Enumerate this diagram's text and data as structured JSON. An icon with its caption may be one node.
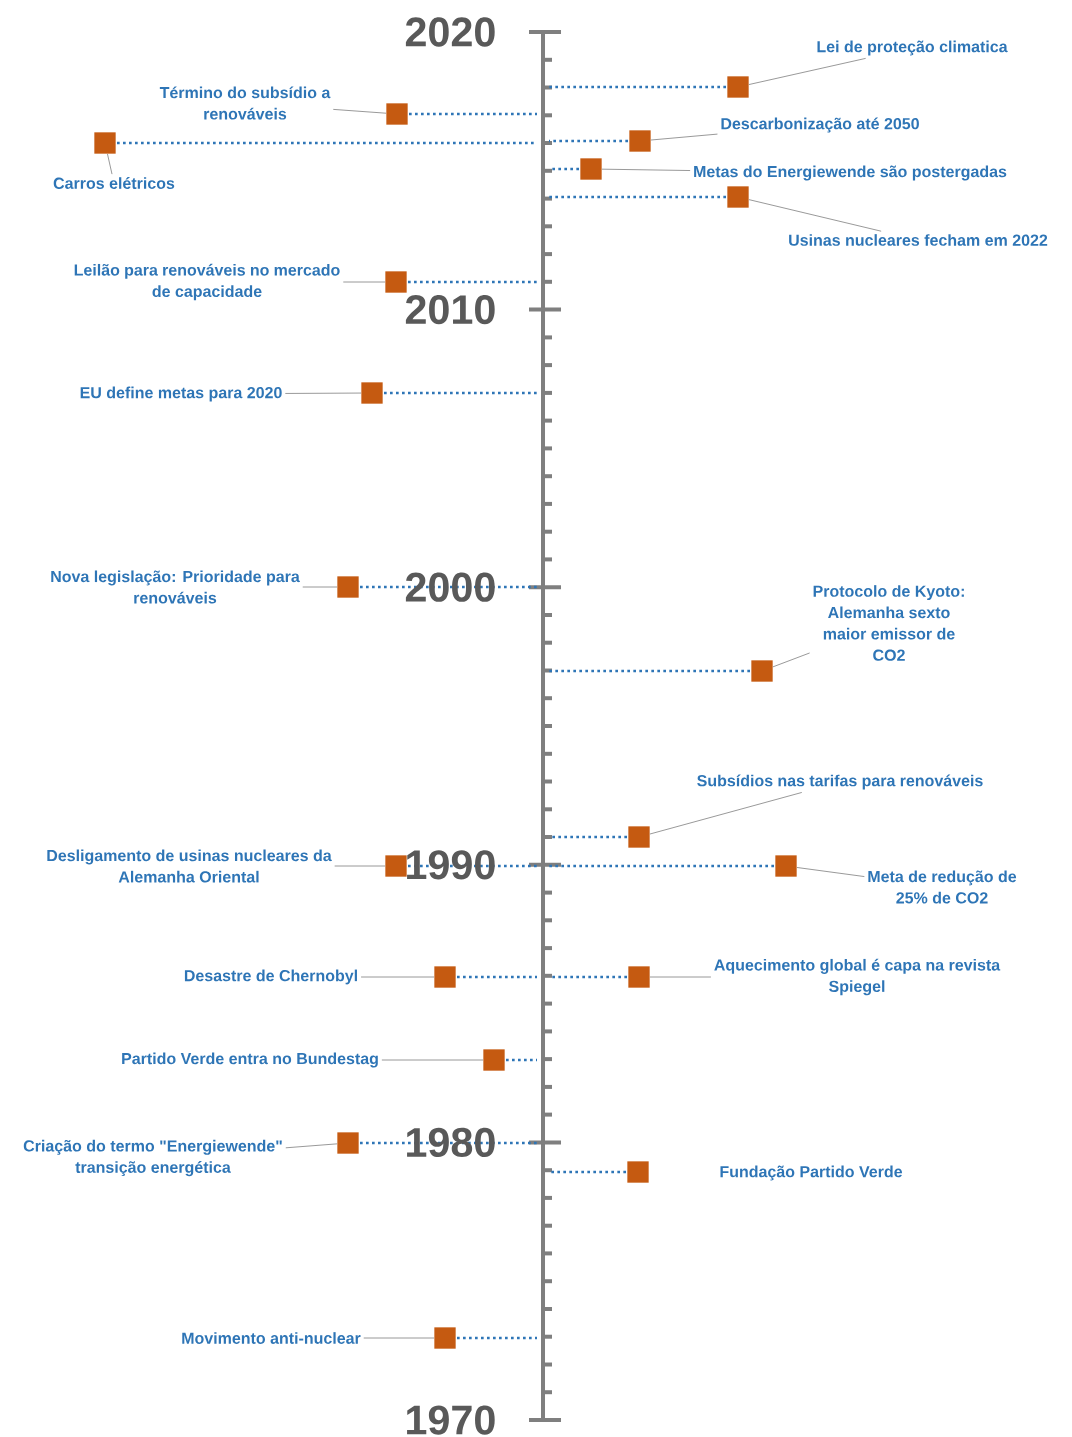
{
  "diagram": {
    "nodes": [
      {
        "text": [
          "Lei de proteção climatica"
        ]
      },
      {
        "text": [],
        "shape": "box"
      },
      {
        "text": [
          "Término do subsídio a renováveis"
        ]
      },
      {
        "text": [],
        "shape": "box"
      },
      {
        "text": [
          "Carros elétricos"
        ]
      },
      {
        "text": [],
        "shape": "box"
      },
      {
        "text": [
          "Descarbonização até 2050"
        ]
      },
      {
        "text": [],
        "shape": "box"
      },
      {
        "text": [
          "Metas do Energiewende são postergadas"
        ]
      },
      {
        "text": [],
        "shape": "box"
      },
      {
        "text": [
          "Usinas nucleares fecham em 2022"
        ]
      },
      {
        "text": [],
        "shape": "box"
      },
      {
        "text": [
          "Leilão para renováveis no mercado de capacidade"
        ]
      },
      {
        "text": [],
        "shape": "box"
      },
      {
        "text": [
          "EU define metas para 2020"
        ]
      },
      {
        "text": [],
        "shape": "box"
      },
      {
        "text": [
          "Nova legislação: Prioridade para renováveis"
        ]
      },
      {
        "text": [],
        "shape": "box"
      },
      {
        "text": [
          "Protocolo de Kyoto: Alemanha sexto maior emissor de CO2"
        ]
      },
      {
        "text": [],
        "shape": "box"
      },
      {
        "text": [
          "Subsídios nas tarifas para renováveis"
        ]
      },
      {
        "text": [],
        "shape": "box"
      },
      {
        "text": [
          "Desligamento de usinas nucleares da Alemanha Oriental"
        ]
      },
      {
        "text": [],
        "shape": "box"
      },
      {
        "text": [
          "Meta de redução de 25% de CO2"
        ]
      },
      {
        "text": [],
        "shape": "box"
      },
      {
        "text": [
          "Desastre de Chernobyl"
        ]
      },
      {
        "text": [],
        "shape": "box"
      },
      {
        "text": [
          "Aquecimento global é capa na revista Spiegel"
        ]
      },
      {
        "text": [],
        "shape": "box"
      },
      {
        "text": [
          "Partido Verde entra no Bundestag"
        ]
      },
      {
        "text": [],
        "shape": "box"
      },
      {
        "text": [
          "Criação do termo \"Energiewende\" transição energética"
        ]
      },
      {
        "text": [],
        "shape": "box"
      },
      {
        "text": [
          "Fundação Partido Verde"
        ]
      },
      {
        "text": [],
        "shape": "box"
      },
      {
        "text": [
          "Movimento anti-nuclear"
        ]
      },
      {
        "text": [],
        "shape": "box"
      }
    ],
    "edges": [
      {
        "from": 0,
        "to": 1,
        "arrow": "none"
      },
      {
        "from": 2,
        "to": 3,
        "arrow": "none"
      },
      {
        "from": 4,
        "to": 5,
        "arrow": "none"
      },
      {
        "from": 6,
        "to": 7,
        "arrow": "none"
      },
      {
        "from": 8,
        "to": 9,
        "arrow": "none"
      },
      {
        "from": 10,
        "to": 11,
        "arrow": "none"
      },
      {
        "from": 12,
        "to": 13,
        "arrow": "none"
      },
      {
        "from": 14,
        "to": 15,
        "arrow": "none"
      },
      {
        "from": 16,
        "to": 17,
        "arrow": "none"
      },
      {
        "from": 18,
        "to": 19,
        "arrow": "none"
      },
      {
        "from": 20,
        "to": 21,
        "arrow": "none"
      },
      {
        "from": 22,
        "to": 23,
        "arrow": "none"
      },
      {
        "from": 24,
        "to": 25,
        "arrow": "none"
      },
      {
        "from": 26,
        "to": 27,
        "arrow": "none"
      },
      {
        "from": 28,
        "to": 29,
        "arrow": "none"
      },
      {
        "from": 30,
        "to": 31,
        "arrow": "none"
      },
      {
        "from": 32,
        "to": 33,
        "arrow": "none"
      },
      {
        "from": 36,
        "to": 37,
        "arrow": "none"
      }
    ],
    "labels": [
      "2020",
      "2010",
      "2000",
      "1990",
      "1980",
      "1970"
    ]
  }
}
